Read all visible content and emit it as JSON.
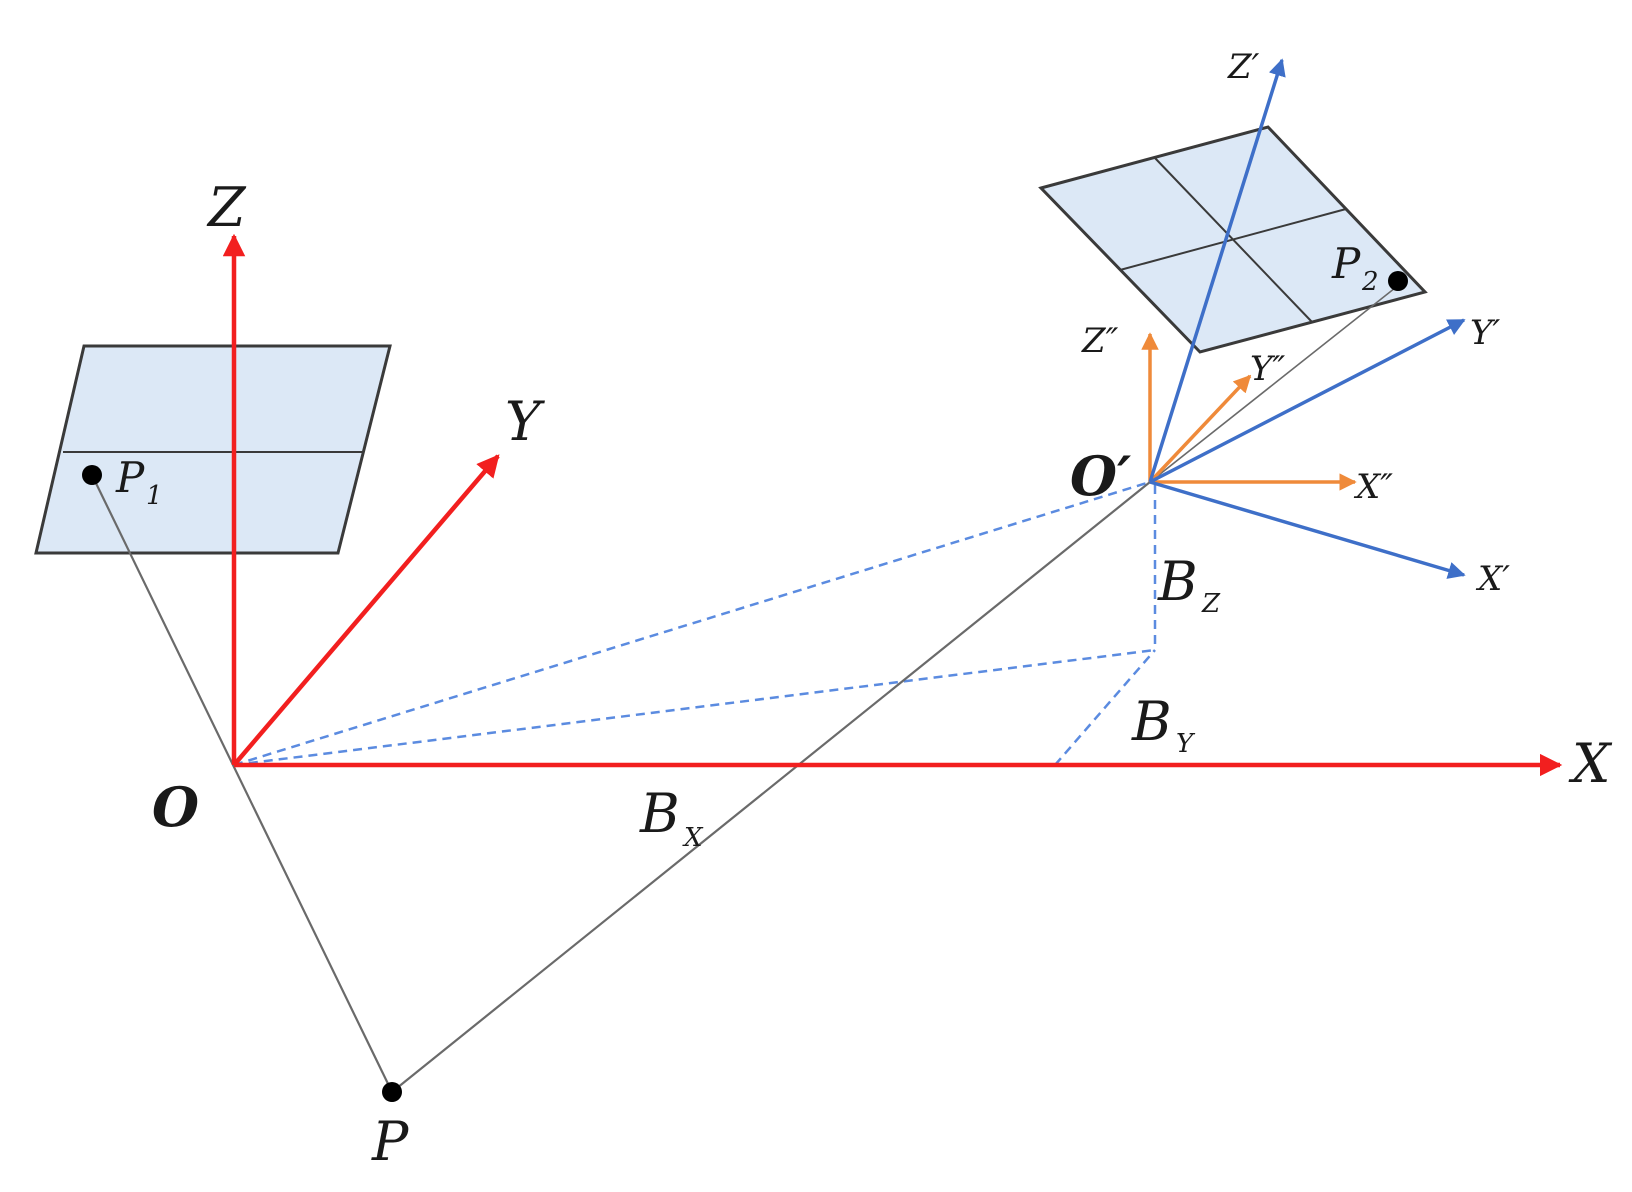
{
  "colors": {
    "world_axes": "#f21f1f",
    "camera_axes": "#3e6fc8",
    "intermediate_axes": "#ef8a3a",
    "baseline_dashes": "#5b8be0",
    "image_plane_fill": "#dce8f6",
    "image_plane_edge": "#3a3a3a",
    "ray_line": "#6a6a6a",
    "point": "#000000"
  },
  "icons": {
    "arrowhead": "triangle-arrowhead",
    "point": "filled-dot"
  },
  "labels": {
    "Z": "Z",
    "Y": "Y",
    "X": "X",
    "O": "O",
    "O_prime": "O′",
    "P": "P",
    "P1": "P",
    "P1_sub": "1",
    "P2": "P",
    "P2_sub": "2",
    "Z_prime": "Z′",
    "Y_prime": "Y′",
    "X_prime": "X′",
    "Z_dprime": "Z″",
    "Y_dprime": "Y″",
    "X_dprime": "X″",
    "BX": "B",
    "BX_sub": "X",
    "BY": "B",
    "BY_sub": "Y",
    "BZ": "B",
    "BZ_sub": "Z"
  }
}
